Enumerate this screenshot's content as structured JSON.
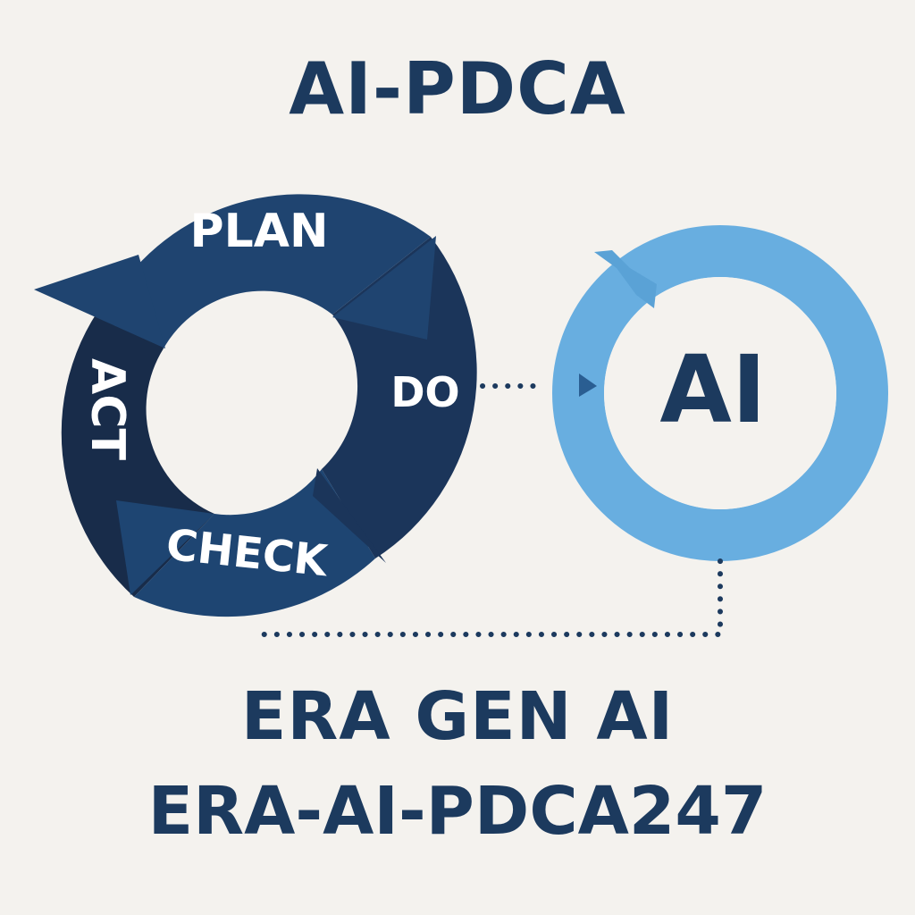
{
  "title": "AI-PDCA",
  "cycle": {
    "stages": [
      {
        "key": "plan",
        "label": "PLAN",
        "color": "#1f4470"
      },
      {
        "key": "do",
        "label": "DO",
        "color": "#1b355a"
      },
      {
        "key": "check",
        "label": "CHECK",
        "color": "#1e4572"
      },
      {
        "key": "act",
        "label": "ACT",
        "color": "#182c4a"
      }
    ]
  },
  "ai_node": {
    "label": "AI",
    "ring_color": "#68aee0",
    "text_color": "#1c3a5e"
  },
  "connector_color": "#1c3a5e",
  "footer": {
    "line1": "ERA GEN AI",
    "line2": "ERA-AI-PDCA247"
  }
}
